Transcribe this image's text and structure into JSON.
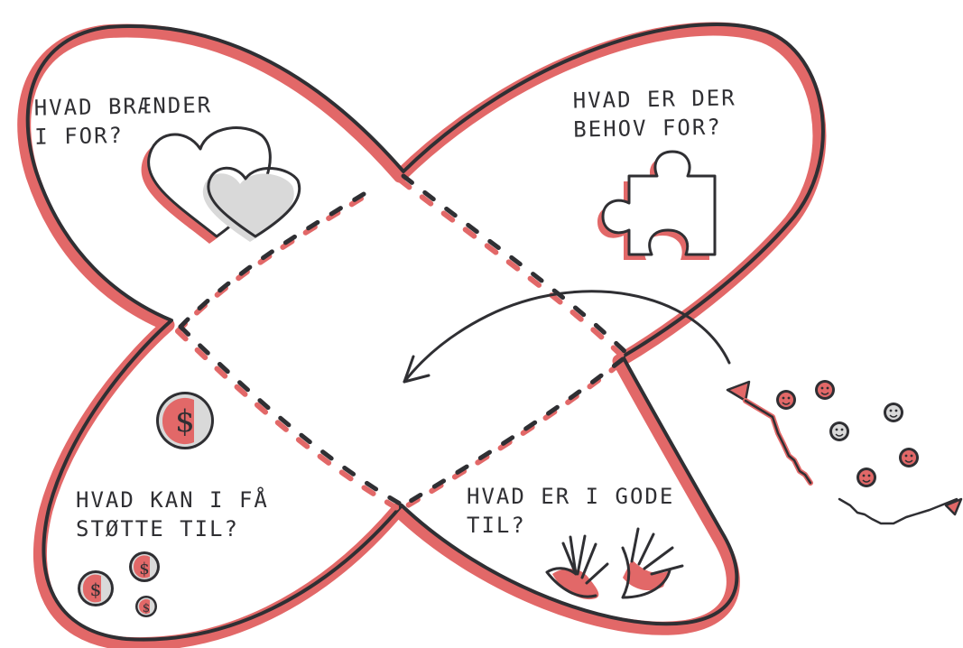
{
  "diagram": {
    "quadrants": [
      {
        "id": "top-left",
        "lines": [
          "Hvad brænder",
          "i for?"
        ],
        "icon": "hearts-icon"
      },
      {
        "id": "top-right",
        "lines": [
          "Hvad er der",
          "behov for?"
        ],
        "icon": "puzzle-piece-icon"
      },
      {
        "id": "bottom-left",
        "lines": [
          "Hvad kan i få",
          "støtte til?"
        ],
        "icon": "coins-icon"
      },
      {
        "id": "bottom-right",
        "lines": [
          "Hvad er i gode",
          "til?"
        ],
        "icon": "hands-icon"
      }
    ],
    "colors": {
      "ink": "#2f2f33",
      "accent": "#e26868",
      "shade": "#d9d9d9"
    }
  }
}
